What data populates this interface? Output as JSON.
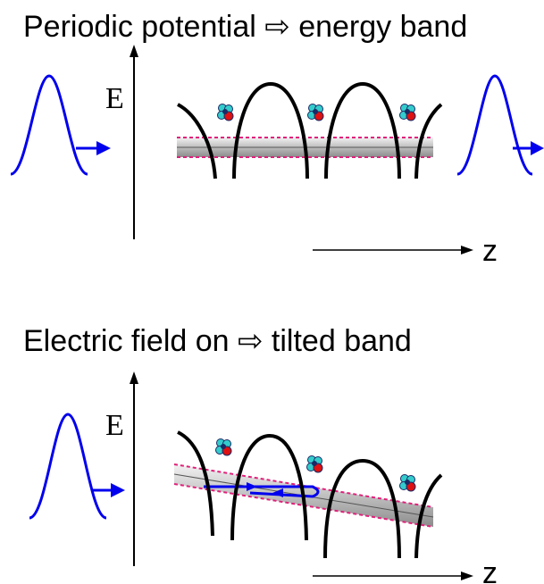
{
  "panels": [
    {
      "title": "Periodic potential ⇨ energy band",
      "energy_label": "E",
      "axis_label": "z"
    },
    {
      "title": "Electric field on ⇨ tilted band",
      "energy_label": "E",
      "axis_label": "z"
    }
  ],
  "colors": {
    "wave": "#0000ee",
    "band_edge": "#e0207a",
    "band_fill": "#b4b4b4",
    "potential": "#000000",
    "atom_cyan": "#33cccc",
    "atom_red": "#dd1111",
    "atom_navy": "#1a2a66"
  }
}
